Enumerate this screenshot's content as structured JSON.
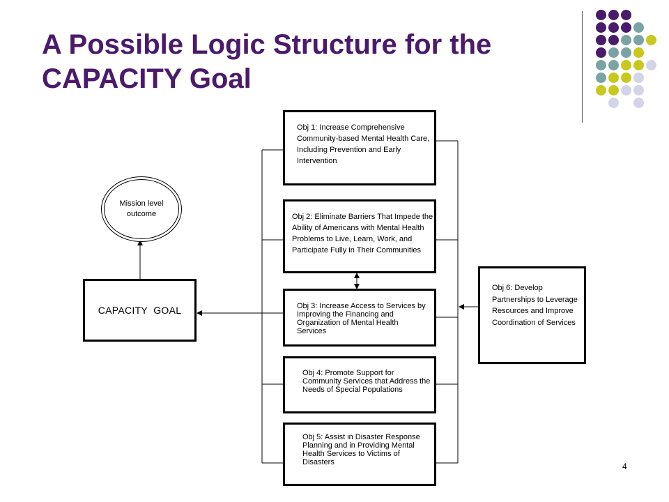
{
  "title": {
    "line1": "A Possible Logic Structure for the",
    "line2": "CAPACITY Goal"
  },
  "decoration": {
    "colors": {
      "purple": "#4a1a6b",
      "teal": "#7aa3a3",
      "olive": "#c8c81e",
      "lavender": "#d4d4e8"
    }
  },
  "mission": {
    "label": "Mission level outcome"
  },
  "goal": {
    "label": "CAPACITY  GOAL"
  },
  "objectives": {
    "obj1": "Obj 1:  Increase Comprehensive Community-based Mental Health Care, Including Prevention and Early Intervention",
    "obj2": "Obj 2:  Eliminate Barriers That Impede the Ability of Americans with Mental Health Problems to Live, Learn, Work, and Participate Fully  in Their Communities",
    "obj3": "Obj 3:  Increase Access to Services by Improving the Financing and Organization of Mental Health Services",
    "obj4": "Obj 4:  Promote Support for Community Services that Address the Needs of Special Populations",
    "obj5": "Obj 5:  Assist in Disaster Response Planning and in Providing Mental Health Services to Victims of Disasters",
    "obj6": "Obj 6:  Develop Partnerships to Leverage Resources and Improve Coordination of Services"
  },
  "page_number": "4"
}
